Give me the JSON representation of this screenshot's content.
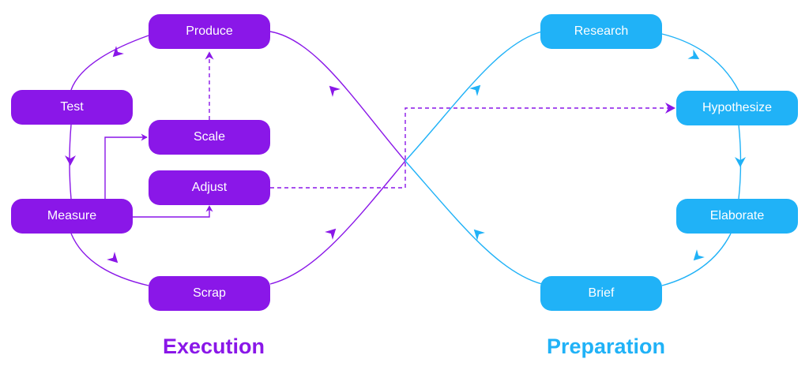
{
  "colors": {
    "execution": "#8a17e8",
    "preparation": "#20b2f7"
  },
  "execution": {
    "title": "Execution",
    "nodes": {
      "produce": "Produce",
      "test": "Test",
      "scale": "Scale",
      "adjust": "Adjust",
      "measure": "Measure",
      "scrap": "Scrap"
    }
  },
  "preparation": {
    "title": "Preparation",
    "nodes": {
      "research": "Research",
      "hypothesize": "Hypothesize",
      "elaborate": "Elaborate",
      "brief": "Brief"
    }
  }
}
